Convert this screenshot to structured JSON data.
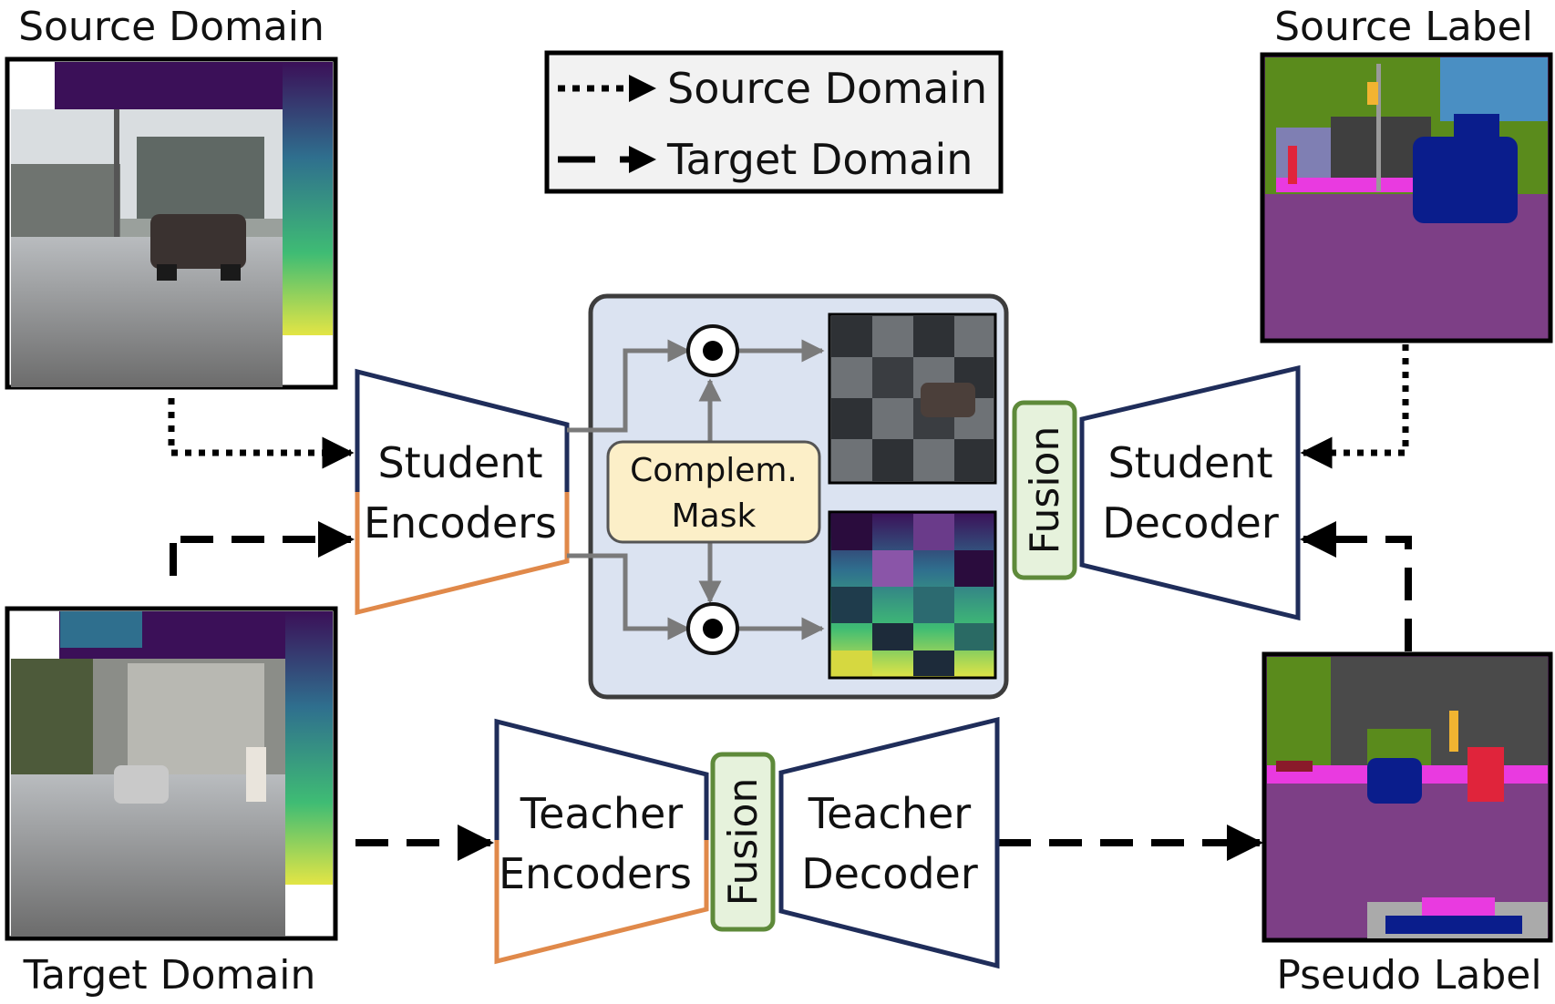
{
  "labels": {
    "source_domain": "Source Domain",
    "target_domain": "Target Domain",
    "source_label": "Source Label",
    "pseudo_label": "Pseudo Label"
  },
  "legend": {
    "source": "Source Domain",
    "target": "Target Domain"
  },
  "student_encoders": {
    "line1": "Student",
    "line2": "Encoders"
  },
  "student_decoder": {
    "line1": "Student",
    "line2": "Decoder"
  },
  "teacher_encoders": {
    "line1": "Teacher",
    "line2": "Encoders"
  },
  "teacher_decoder": {
    "line1": "Teacher",
    "line2": "Decoder"
  },
  "mask": {
    "line1": "Complem.",
    "line2": "Mask"
  },
  "fusion": "Fusion",
  "colors": {
    "navy": "#1f2d5a",
    "orange": "#e0894a",
    "fusion_green": "#5e8a3a",
    "fusion_fill": "#e6f2dc",
    "mask_fill": "#fcefc8",
    "panel_fill": "#dbe3f1",
    "arrow_gray": "#7a7a7a",
    "legend_fill": "#f2f2f2",
    "seg_road": "#7d3f86",
    "seg_car": "#0a1d8c",
    "seg_veg": "#5a8b1c",
    "seg_sky": "#4a8fc3",
    "seg_person": "#e0243b",
    "seg_sidewalk": "#e93ae0",
    "depth_dark": "#3b1058",
    "depth_light": "#e3e545"
  }
}
